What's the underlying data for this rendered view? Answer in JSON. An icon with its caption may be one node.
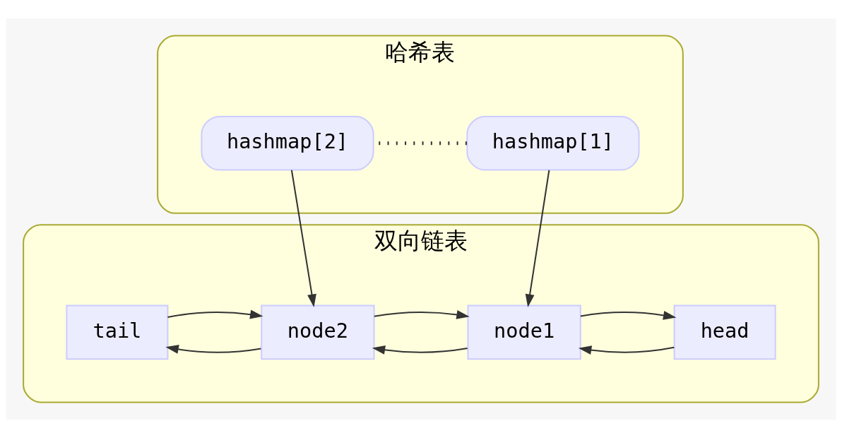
{
  "diagram": {
    "nodes": [
      {
        "text": [
          "哈希表"
        ]
      },
      {
        "text": [
          "hashmap[1]"
        ],
        "in": 0
      },
      {
        "text": [
          "hashmap[2]"
        ],
        "in": 0
      },
      {
        "text": [
          "双向链表"
        ]
      },
      {
        "text": [
          "head"
        ],
        "in": 3
      },
      {
        "text": [
          "node1"
        ],
        "in": 3
      },
      {
        "text": [
          "node2"
        ],
        "in": 3
      },
      {
        "text": [
          "tail"
        ],
        "in": 3
      }
    ],
    "edges": [
      {
        "from": 1,
        "to": 2,
        "arrow": "none",
        "style": "dashed"
      },
      {
        "from": 1,
        "to": 5,
        "arrow": "to"
      },
      {
        "from": 2,
        "to": 6,
        "arrow": "to"
      },
      {
        "from": 4,
        "to": 5,
        "arrow": "to"
      },
      {
        "from": 5,
        "to": 4,
        "arrow": "to"
      },
      {
        "from": 5,
        "to": 6,
        "arrow": "to"
      },
      {
        "from": 6,
        "to": 5,
        "arrow": "to"
      },
      {
        "from": 6,
        "to": 7,
        "arrow": "to"
      },
      {
        "from": 7,
        "to": 6,
        "arrow": "to"
      }
    ]
  }
}
